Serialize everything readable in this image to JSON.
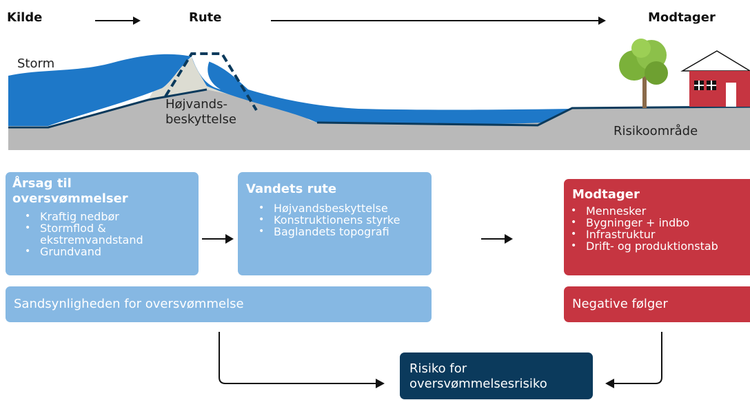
{
  "header": {
    "kilde": "Kilde",
    "rute": "Rute",
    "modtager": "Modtager"
  },
  "scene": {
    "storm": "Storm",
    "protection_line1": "Højvands-",
    "protection_line2": "beskyttelse",
    "risk_area": "Risikoområde"
  },
  "cause": {
    "title_line1": "Årsag til",
    "title_line2": "oversvømmelser",
    "items": [
      "Kraftig nedbør",
      "Stormflod &",
      "ekstremvandstand",
      "Grundvand"
    ]
  },
  "route": {
    "title": "Vandets rute",
    "items": [
      "Højvandsbeskyttelse",
      "Konstruktionens styrke",
      "Baglandets topografi"
    ]
  },
  "receiver": {
    "title": "Modtager",
    "items": [
      "Mennesker",
      "Bygninger + indbo",
      "Infrastruktur",
      "Drift- og produktionstab"
    ]
  },
  "probability": "Sandsynligheden for oversvømmelse",
  "consequences": "Negative følger",
  "risk": {
    "line1": "Risiko for",
    "line2": "oversvømmelsesrisiko"
  },
  "colors": {
    "light_blue": "#86b8e3",
    "red": "#c63541",
    "navy": "#0b3a5c",
    "water": "#1e78c8",
    "ground": "#b9b9b9"
  }
}
